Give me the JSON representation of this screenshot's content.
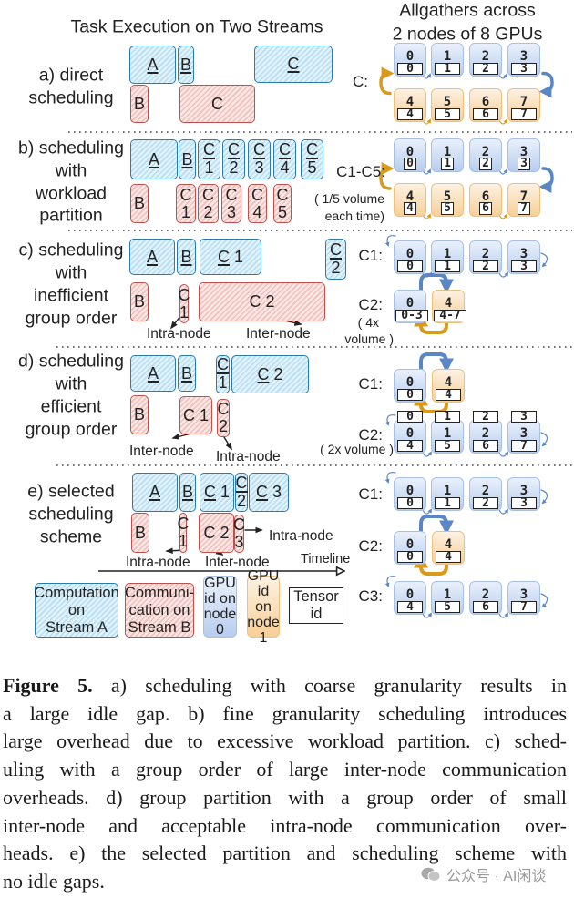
{
  "titles": {
    "left": "Task Execution on Two Streams",
    "right": [
      "Allgathers across",
      "2 nodes of 8 GPUs"
    ]
  },
  "sections": [
    {
      "id": "a",
      "label": [
        "a) direct",
        "scheduling"
      ],
      "blocks": [
        {
          "stream": "A",
          "text": "A"
        },
        {
          "stream": "A",
          "text": "B"
        },
        {
          "stream": "A",
          "text": "C"
        },
        {
          "stream": "B",
          "text": "B"
        },
        {
          "stream": "B",
          "text": "C"
        }
      ],
      "notes": [],
      "allgathers": [
        {
          "label": "C:",
          "note": [],
          "gpus": [
            [
              "0",
              0,
              "0"
            ],
            [
              "1",
              0,
              "1"
            ],
            [
              "2",
              0,
              "2"
            ],
            [
              "3",
              0,
              "3"
            ],
            [
              "4",
              1,
              "4"
            ],
            [
              "5",
              1,
              "5"
            ],
            [
              "6",
              1,
              "6"
            ],
            [
              "7",
              1,
              "7"
            ]
          ]
        }
      ]
    },
    {
      "id": "b",
      "label": [
        "b) scheduling",
        "with",
        "workload",
        "partition"
      ],
      "blocks": [
        {
          "stream": "A",
          "text": "A"
        },
        {
          "stream": "A",
          "text": "B"
        },
        {
          "stream": "A",
          "text": "C",
          "num": "1"
        },
        {
          "stream": "A",
          "text": "C",
          "num": "2"
        },
        {
          "stream": "A",
          "text": "C",
          "num": "3"
        },
        {
          "stream": "A",
          "text": "C",
          "num": "4"
        },
        {
          "stream": "A",
          "text": "C",
          "num": "5"
        },
        {
          "stream": "B",
          "text": "B"
        },
        {
          "stream": "B",
          "text": "C",
          "num": "1"
        },
        {
          "stream": "B",
          "text": "C",
          "num": "2"
        },
        {
          "stream": "B",
          "text": "C",
          "num": "3"
        },
        {
          "stream": "B",
          "text": "C",
          "num": "4"
        },
        {
          "stream": "B",
          "text": "C",
          "num": "5"
        }
      ],
      "notes": [],
      "allgathers": [
        {
          "label": "C1-C5:",
          "note": [
            "( 1/5 volume",
            "each time)"
          ],
          "gpus": [
            [
              "0",
              0,
              "0"
            ],
            [
              "1",
              0,
              "1"
            ],
            [
              "2",
              0,
              "2"
            ],
            [
              "3",
              0,
              "3"
            ],
            [
              "4",
              1,
              "4"
            ],
            [
              "5",
              1,
              "5"
            ],
            [
              "6",
              1,
              "6"
            ],
            [
              "7",
              1,
              "7"
            ]
          ]
        }
      ]
    },
    {
      "id": "c",
      "label": [
        "c) scheduling",
        "with",
        "inefficient",
        "group order"
      ],
      "blocks": [
        {
          "stream": "A",
          "text": "A"
        },
        {
          "stream": "A",
          "text": "B"
        },
        {
          "stream": "A",
          "text": "C",
          "num": "1"
        },
        {
          "stream": "A",
          "text": "C",
          "num": "2"
        },
        {
          "stream": "B",
          "text": "B"
        },
        {
          "stream": "B",
          "text": "C",
          "num": "1"
        },
        {
          "stream": "B",
          "text": "C",
          "num": "2"
        }
      ],
      "notes": [
        "Intra-node",
        "Inter-node"
      ],
      "allgathers": [
        {
          "label": "C1:",
          "note": [],
          "gpus": [
            [
              "0",
              0,
              "0"
            ],
            [
              "1",
              0,
              "1"
            ],
            [
              "2",
              0,
              "2"
            ],
            [
              "3",
              0,
              "3"
            ]
          ]
        },
        {
          "label": "C2:",
          "note": [
            "( 4x",
            "volume )"
          ],
          "gpus": [
            [
              "0",
              0,
              "0-3"
            ],
            [
              "4",
              1,
              "4-7"
            ]
          ]
        }
      ]
    },
    {
      "id": "d",
      "label": [
        "d) scheduling",
        "with",
        "efficient",
        "group order"
      ],
      "blocks": [
        {
          "stream": "A",
          "text": "A"
        },
        {
          "stream": "A",
          "text": "B"
        },
        {
          "stream": "A",
          "text": "C",
          "num": "1"
        },
        {
          "stream": "A",
          "text": "C",
          "num": "2"
        },
        {
          "stream": "B",
          "text": "B"
        },
        {
          "stream": "B",
          "text": "C",
          "num": "1"
        },
        {
          "stream": "B",
          "text": "C",
          "num": "2"
        }
      ],
      "notes": [
        "Inter-node",
        "Intra-node"
      ],
      "allgathers": [
        {
          "label": "C1:",
          "note": [],
          "gpus": [
            [
              "0",
              0,
              "0"
            ],
            [
              "4",
              1,
              "4"
            ]
          ]
        },
        {
          "label": "C2:",
          "note": [
            "( 2x volume )"
          ],
          "gpus": [
            [
              "0",
              0,
              "4",
              "0"
            ],
            [
              "1",
              0,
              "5",
              "1"
            ],
            [
              "2",
              0,
              "6",
              "2"
            ],
            [
              "3",
              0,
              "7",
              "3"
            ]
          ]
        }
      ]
    },
    {
      "id": "e",
      "label": [
        "e) selected",
        "scheduling",
        "scheme"
      ],
      "blocks": [
        {
          "stream": "A",
          "text": "A"
        },
        {
          "stream": "A",
          "text": "B"
        },
        {
          "stream": "A",
          "text": "C",
          "num": "1"
        },
        {
          "stream": "A",
          "text": "C",
          "num": "2"
        },
        {
          "stream": "A",
          "text": "C",
          "num": "3"
        },
        {
          "stream": "B",
          "text": "B"
        },
        {
          "stream": "B",
          "text": "C",
          "num": "1"
        },
        {
          "stream": "B",
          "text": "C",
          "num": "2"
        },
        {
          "stream": "B",
          "text": "C",
          "num": "3"
        }
      ],
      "notes": [
        "Intra-node",
        "Intra-node",
        "Inter-node"
      ],
      "allgathers": [
        {
          "label": "C1:",
          "note": [],
          "gpus": [
            [
              "0",
              0,
              "0"
            ],
            [
              "1",
              0,
              "1"
            ],
            [
              "2",
              0,
              "2"
            ],
            [
              "3",
              0,
              "3"
            ]
          ]
        },
        {
          "label": "C2:",
          "note": [],
          "gpus": [
            [
              "0",
              0,
              "0"
            ],
            [
              "4",
              1,
              "4"
            ]
          ]
        },
        {
          "label": "C3:",
          "note": [],
          "gpus": [
            [
              "0",
              0,
              "4"
            ],
            [
              "1",
              0,
              "5"
            ],
            [
              "2",
              0,
              "6"
            ],
            [
              "3",
              0,
              "7"
            ]
          ]
        }
      ]
    }
  ],
  "timeline_label": "Timeline",
  "legend": [
    {
      "kind": "computation",
      "lines": [
        "Computation",
        "on",
        "Stream A"
      ]
    },
    {
      "kind": "communication",
      "lines": [
        "Communi-",
        "cation on",
        "Stream B"
      ]
    },
    {
      "kind": "gpu-node-0",
      "lines": [
        "GPU",
        "id on",
        "node",
        "0"
      ]
    },
    {
      "kind": "gpu-node-1",
      "lines": [
        "GPU",
        "id on",
        "node",
        "1"
      ]
    },
    {
      "kind": "tensor",
      "lines": [
        "Tensor",
        "id"
      ]
    }
  ],
  "colors": {
    "stream_a_border": "#2a7bb0",
    "stream_b_border": "#c0504d",
    "node0_fill": "#b7cdee",
    "node1_fill": "#f7cf98",
    "arrow_blue": "#5b86c5",
    "arrow_orange": "#d99a1a"
  },
  "caption": {
    "bold": "Figure 5.",
    "lines": [
      " a) scheduling with coarse granularity results in",
      "a large idle gap. b) fine granularity scheduling introduces",
      "large overhead due to excessive workload partition. c) sched-",
      "uling with a group order of large inter-node communication",
      "overheads. d) group partition with a group order of small",
      "inter-node and acceptable intra-node communication over-",
      "heads. e) the selected partition and scheduling scheme with",
      "no idle gaps."
    ]
  },
  "watermark": "公众号 · AI闲谈"
}
